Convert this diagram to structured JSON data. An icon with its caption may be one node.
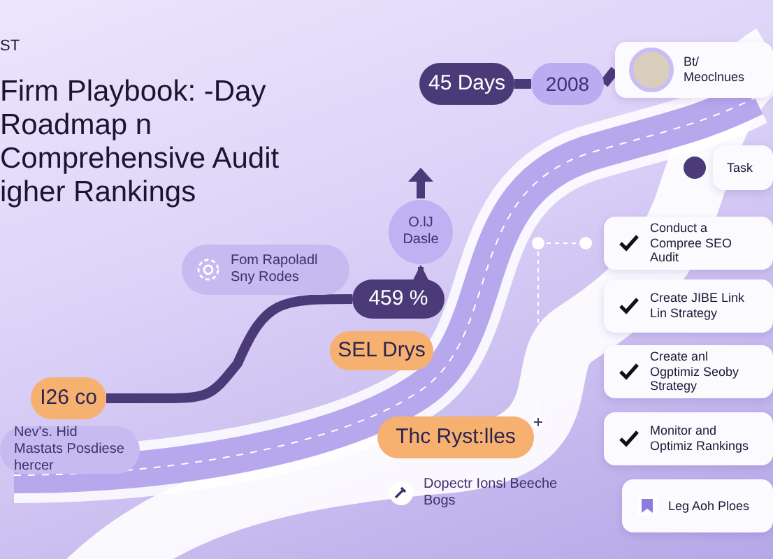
{
  "diagram": {
    "title": "Firm Playbook: -Day Roadmap n Comprehensive Audit igher Rankings",
    "nodes": [
      {
        "text": [
          "45 Days"
        ]
      },
      {
        "text": [
          "2008"
        ]
      },
      {
        "text": [
          "Bt/ Meoclnues"
        ]
      },
      {
        "text": [
          "Task"
        ]
      },
      {
        "text": [
          "Fom Rapoladl Sny Rodes"
        ]
      },
      {
        "text": [
          "O.lJ Dasle"
        ]
      },
      {
        "text": [
          "459 %"
        ]
      },
      {
        "text": [
          "SEL Drys"
        ]
      },
      {
        "text": [
          "I26 co"
        ]
      },
      {
        "text": [
          "Nev's. Hid Mastats Posdiese hercer"
        ]
      },
      {
        "text": [
          "Thc Ryst:lles"
        ]
      },
      {
        "text": [
          "Dopectr Ionsl Beeche Bogs"
        ]
      },
      {
        "text": [
          "Conduct a Compree SEO Audit"
        ]
      },
      {
        "text": [
          "Create JIBE Link Lin Strategy"
        ]
      },
      {
        "text": [
          "Create anl Ogptimiz Seoby Strategy"
        ]
      },
      {
        "text": [
          "Monitor and Optimiz Rankings"
        ]
      },
      {
        "text": [
          "Leg Aoh Ploes"
        ]
      }
    ],
    "edges": [
      {
        "from": 0,
        "to": 1,
        "arrow": "none"
      },
      {
        "from": 1,
        "to": 2,
        "arrow": "none"
      },
      {
        "from": 8,
        "to": 6,
        "arrow": "none"
      },
      {
        "from": 6,
        "to": 5,
        "arrow": "to"
      }
    ],
    "labels": [
      "ST"
    ]
  }
}
